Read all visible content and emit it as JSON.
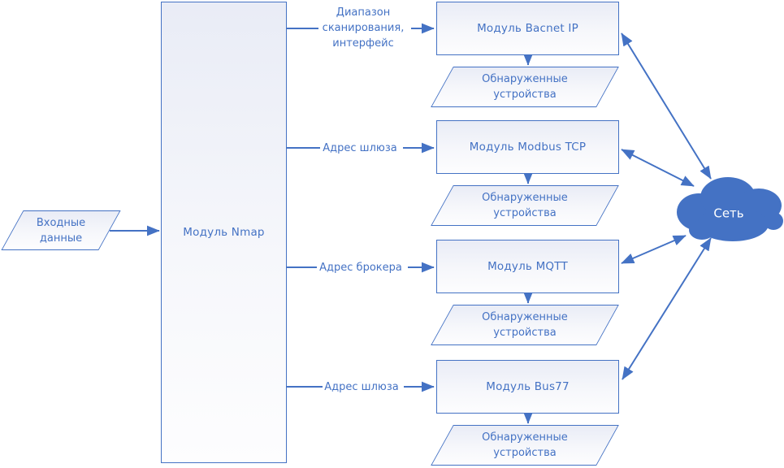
{
  "title": "Scanner modules diagram",
  "colors": {
    "stroke": "#4472C4",
    "node_fill_top": "#e9ecf6",
    "node_fill_bottom": "#fdfdfe",
    "text": "#4472C4",
    "cloud_fill": "#4472C4",
    "cloud_text": "#ffffff"
  },
  "input_node": {
    "lines": [
      "Входные",
      "данные"
    ]
  },
  "nmap_node": {
    "label": "Модуль Nmap"
  },
  "branches": [
    {
      "connector_lines": [
        "Диапазон",
        "сканирования,",
        "интерфейс"
      ],
      "module_label": "Модуль Bacnet IP",
      "output_lines": [
        "Обнаруженные",
        "устройства"
      ]
    },
    {
      "connector_lines": [
        "Адрес шлюза"
      ],
      "module_label": "Модуль Modbus TCP",
      "output_lines": [
        "Обнаруженные",
        "устройства"
      ]
    },
    {
      "connector_lines": [
        "Адрес брокера"
      ],
      "module_label": "Модуль MQTT",
      "output_lines": [
        "Обнаруженные",
        "устройства"
      ]
    },
    {
      "connector_lines": [
        "Адрес шлюза"
      ],
      "module_label": "Модуль Bus77",
      "output_lines": [
        "Обнаруженные",
        "устройства"
      ]
    }
  ],
  "cloud": {
    "label": "Сеть"
  }
}
